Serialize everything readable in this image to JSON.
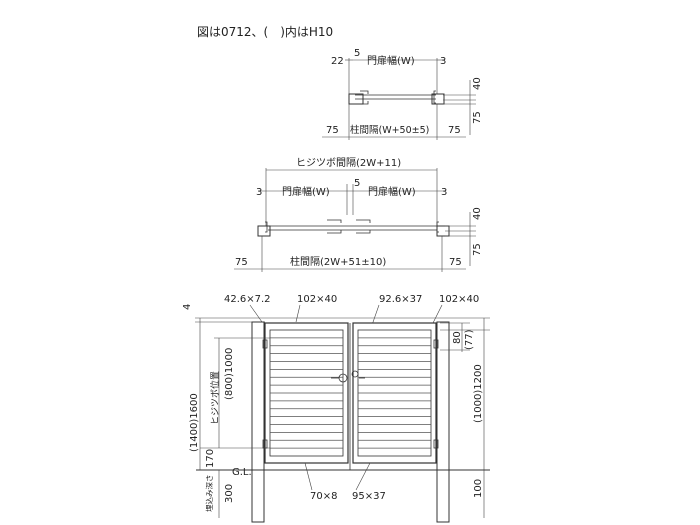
{
  "header": {
    "note": "図は0712、(　)内はH10"
  },
  "single_gate_plan": {
    "left_gap": "22",
    "center_gap": "5",
    "right_gap": "3",
    "door_width": "門扉幅(W)",
    "depth_top": "40",
    "depth_post": "75",
    "post_left": "75",
    "post_right": "75",
    "post_interval": "柱間隔(W+50±5)"
  },
  "double_gate_plan": {
    "hinge_interval": "ヒジツボ間隔(2W+11)",
    "center_gap": "5",
    "left_gap": "3",
    "right_gap": "3",
    "door_width_left": "門扉幅(W)",
    "door_width_right": "門扉幅(W)",
    "depth_top": "40",
    "depth_post": "75",
    "post_left": "75",
    "post_right": "75",
    "post_interval": "柱間隔(2W+51±10)"
  },
  "elevation": {
    "top_offset": "4",
    "frame_left": "42.6×7.2",
    "post_left_size": "102×40",
    "center_frame": "92.6×37",
    "post_right_size": "102×40",
    "upper_dim_a": "80",
    "upper_dim_b": "(77)",
    "total_height": "(1400)1600",
    "hinge_position_label": "ヒジツボ位置",
    "hinge_position_value": "(800)1000",
    "leaf_height": "(1000)1200",
    "ground_clearance": "170",
    "gl_label": "G.L.",
    "embed_label": "埋込み深さ",
    "embed_depth": "300",
    "post_bottom": "100",
    "slat_size": "70×8",
    "bottom_frame": "95×37"
  }
}
